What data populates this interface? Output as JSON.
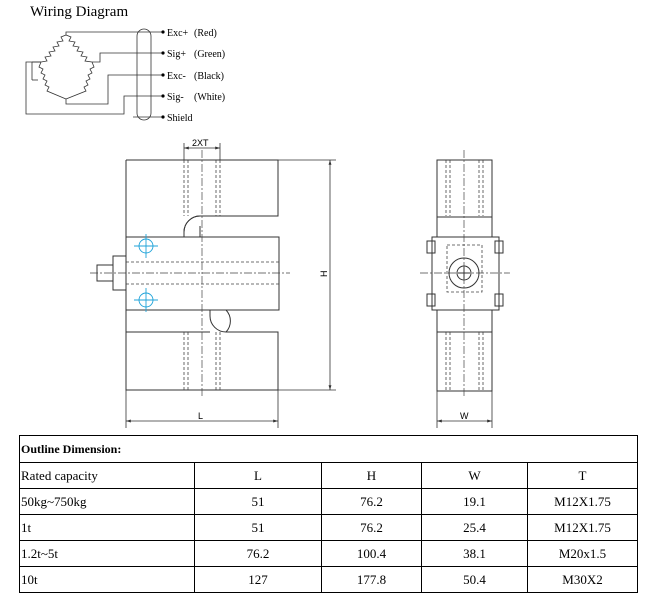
{
  "wiring": {
    "title": "Wiring Diagram",
    "wires": [
      {
        "name": "Exc+",
        "color": "(Red)"
      },
      {
        "name": "Sig+",
        "color": "(Green)"
      },
      {
        "name": "Exc-",
        "color": "(Black)"
      },
      {
        "name": "Sig-",
        "color": "(White)"
      },
      {
        "name": "Shield",
        "color": ""
      }
    ]
  },
  "dimension_labels": {
    "thread": "2XT",
    "height": "H",
    "length": "L",
    "width": "W"
  },
  "table": {
    "caption": "Outline Dimension:",
    "headers": [
      "Rated capacity",
      "L",
      "H",
      "W",
      "T"
    ],
    "rows": [
      [
        "50kg~750kg",
        "51",
        "76.2",
        "19.1",
        "M12X1.75"
      ],
      [
        "1t",
        "51",
        "76.2",
        "25.4",
        "M12X1.75"
      ],
      [
        "1.2t~5t",
        "76.2",
        "100.4",
        "38.1",
        "M20x1.5"
      ],
      [
        "10t",
        "127",
        "177.8",
        "50.4",
        "M30X2"
      ]
    ]
  }
}
